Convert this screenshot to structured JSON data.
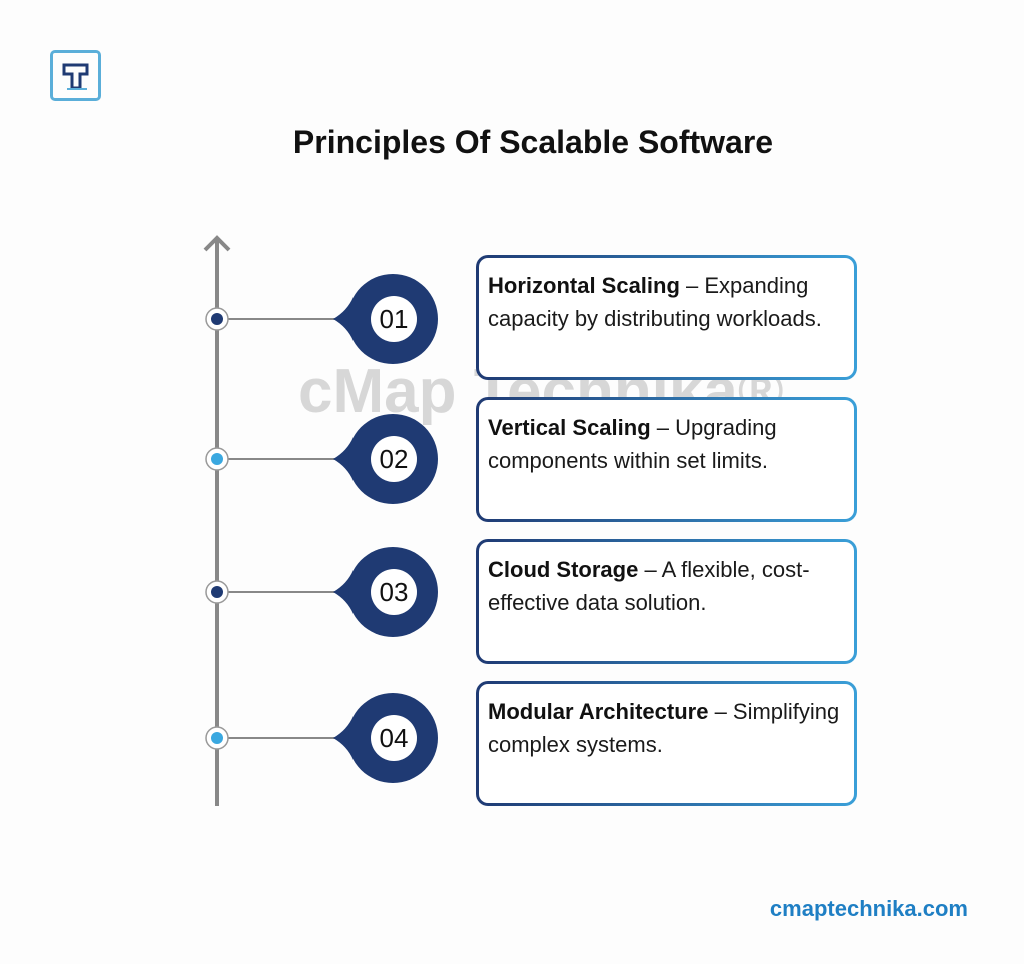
{
  "title": "Principles Of Scalable Software",
  "watermark": "cMap Technika®",
  "website": "cmaptechnika.com",
  "colors": {
    "navy": "#1f3a73",
    "light_blue": "#3aa8e0"
  },
  "items": [
    {
      "number": "01",
      "heading": "Horizontal Scaling",
      "text": " – Expanding capacity by distributing workloads."
    },
    {
      "number": "02",
      "heading": "Vertical Scaling",
      "text": " – Upgrading components within set limits."
    },
    {
      "number": "03",
      "heading": "Cloud Storage",
      "text": " – A flexible, cost-effective data solution."
    },
    {
      "number": "04",
      "heading": "Modular Architecture",
      "text": " – Simplifying complex systems."
    }
  ]
}
